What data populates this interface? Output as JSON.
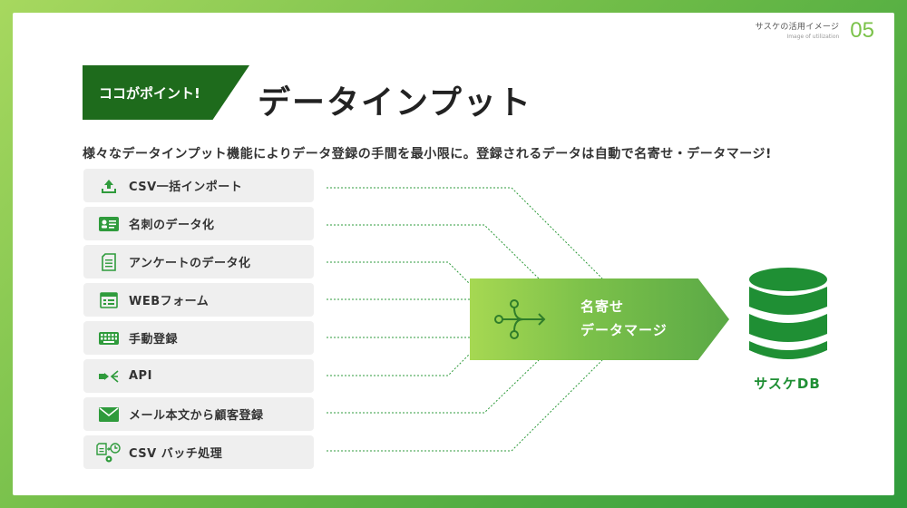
{
  "header": {
    "section_jp": "サスケの活用イメージ",
    "section_en": "Image of utilization",
    "page_number": "05"
  },
  "badge": {
    "label": "ココがポイント!"
  },
  "title": "データインプット",
  "subtitle": "様々なデータインプット機能によりデータ登録の手間を最小限に。登録されるデータは自動で名寄せ・データマージ!",
  "inputs": [
    {
      "label": "CSV一括インポート",
      "icon": "upload-icon"
    },
    {
      "label": "名刺のデータ化",
      "icon": "business-card-icon"
    },
    {
      "label": "アンケートのデータ化",
      "icon": "survey-document-icon"
    },
    {
      "label": "WEBフォーム",
      "icon": "web-form-icon"
    },
    {
      "label": "手動登録",
      "icon": "keyboard-icon"
    },
    {
      "label": "API",
      "icon": "api-icon"
    },
    {
      "label": "メール本文から顧客登録",
      "icon": "mail-icon"
    },
    {
      "label": "CSV バッチ処理",
      "icon": "batch-process-icon"
    }
  ],
  "process": {
    "line1": "名寄せ",
    "line2": "データマージ",
    "icon": "merge-icon"
  },
  "database": {
    "label": "サスケDB",
    "icon": "database-icon"
  },
  "colors": {
    "dark_green": "#1e6b1c",
    "accent_green": "#7bc24a",
    "db_green": "#1f8f34",
    "icon_green": "#2f9b3c"
  }
}
